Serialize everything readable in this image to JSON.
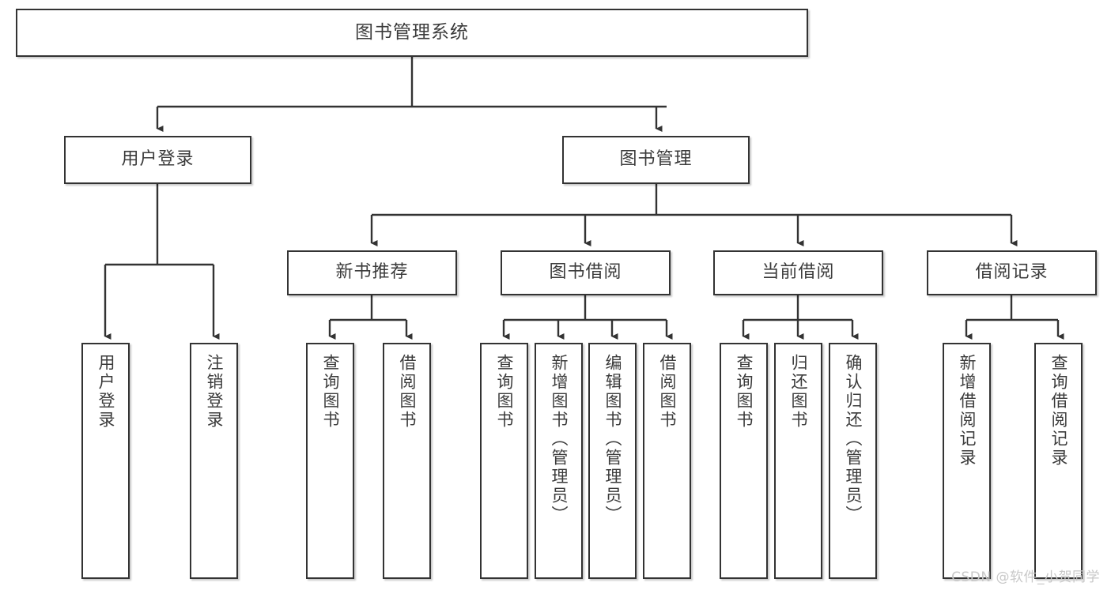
{
  "diagram": {
    "type": "tree",
    "title": "图书管理系统",
    "orientation": "top-down",
    "background_color": "#ffffff",
    "box_border_color": "#333333",
    "text_color": "#3b3b3b",
    "connector_color": "#333333"
  },
  "root": {
    "label": "图书管理系统"
  },
  "level2": [
    {
      "label": "用户登录"
    },
    {
      "label": "图书管理"
    }
  ],
  "level3": [
    {
      "label": "新书推荐"
    },
    {
      "label": "图书借阅"
    },
    {
      "label": "当前借阅"
    },
    {
      "label": "借阅记录"
    }
  ],
  "leaves": {
    "user_login": [
      {
        "label": "用户登录"
      },
      {
        "label": "注销登录"
      }
    ],
    "new_book_recommend": [
      {
        "label": "查询图书"
      },
      {
        "label": "借阅图书"
      }
    ],
    "book_borrow": [
      {
        "label": "查询图书"
      },
      {
        "label": "新增图书（管理员）"
      },
      {
        "label": "编辑图书（管理员）"
      },
      {
        "label": "借阅图书"
      }
    ],
    "current_borrow": [
      {
        "label": "查询图书"
      },
      {
        "label": "归还图书"
      },
      {
        "label": "确认归还（管理员）"
      }
    ],
    "borrow_record": [
      {
        "label": "新增借阅记录"
      },
      {
        "label": "查询借阅记录"
      }
    ]
  },
  "watermark": {
    "text": "CSDN @软件_小贺同学",
    "color": "#c8c8c8"
  }
}
